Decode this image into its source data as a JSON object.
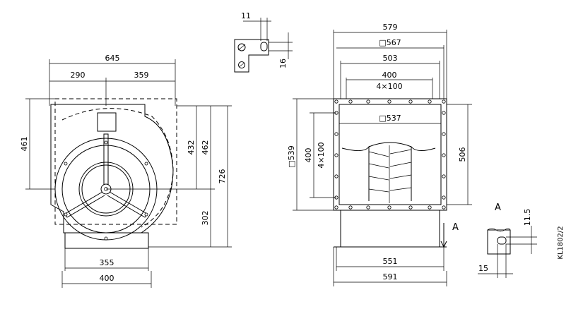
{
  "left_view": {
    "dims": {
      "overall_width": "645",
      "left_offset": "290",
      "right_offset": "359",
      "left_height": "461",
      "upper_height": "432",
      "inlet_height": "462",
      "total_height": "726",
      "lower_height": "302",
      "base_inner": "355",
      "base_outer": "400"
    }
  },
  "bracket_detail": {
    "dims": {
      "slot_width": "11",
      "slot_height": "16"
    }
  },
  "right_view": {
    "dims": {
      "flange_outer": "579",
      "flange_square": "□567",
      "hole_span": "503",
      "hole_pitch_total": "400",
      "hole_pitch": "4×100",
      "inner_square": "□537",
      "side_square": "□539",
      "side_pitch_total": "400",
      "side_pitch": "4×100",
      "right_height": "506",
      "foot_inner": "551",
      "foot_outer": "591"
    },
    "section_marker": "A"
  },
  "detail_a": {
    "label": "A",
    "dims": {
      "slot_height": "11.5",
      "slot_width": "15"
    }
  },
  "drawing_ref": "KL1802/2"
}
